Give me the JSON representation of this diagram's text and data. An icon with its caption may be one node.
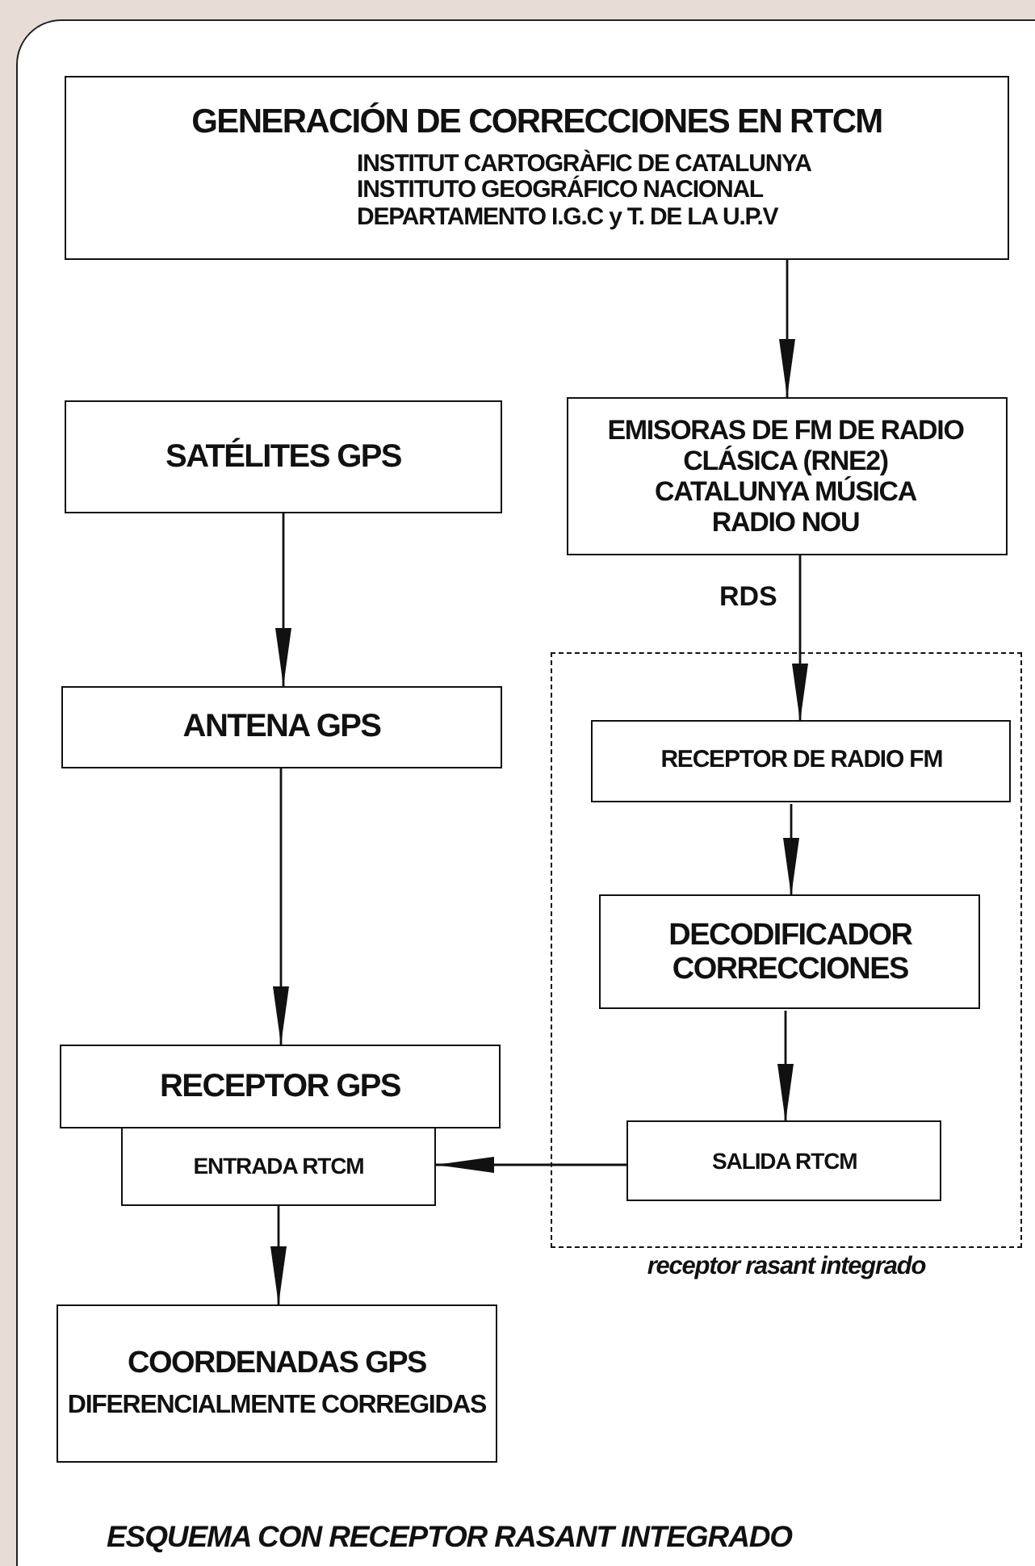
{
  "diagram": {
    "caption": "ESQUEMA CON RECEPTOR RASANT INTEGRADO",
    "nodes": [
      {
        "text": [
          "GENERACIÓN DE CORRECCIONES EN RTCM",
          "INSTITUT CARTOGRÀFIC DE CATALUNYA",
          "INSTITUTO GEOGRÁFICO NACIONAL",
          "DEPARTAMENTO I.G.C y T. DE LA U.P.V"
        ]
      },
      {
        "text": [
          "SATÉLITES GPS"
        ]
      },
      {
        "text": [
          "EMISORAS DE FM DE RADIO CLÁSICA (RNE2)",
          "CATALUNYA MÚSICA",
          "RADIO NOU"
        ]
      },
      {
        "text": [
          "receptor rasant integrado"
        ]
      },
      {
        "text": [
          "ANTENA GPS"
        ]
      },
      {
        "text": [
          "RECEPTOR DE RADIO FM"
        ],
        "in": 3
      },
      {
        "text": [
          "DECODIFICADOR CORRECCIONES"
        ],
        "in": 3
      },
      {
        "text": [
          "RECEPTOR GPS"
        ]
      },
      {
        "text": [
          "ENTRADA RTCM"
        ]
      },
      {
        "text": [
          "SALIDA RTCM"
        ],
        "in": 3
      },
      {
        "text": [
          "COORDENADAS GPS",
          "DIFERENCIALMENTE CORREGIDAS"
        ]
      }
    ],
    "edges": [
      {
        "from": 0,
        "to": 2,
        "arrow": "to"
      },
      {
        "from": 1,
        "to": 4,
        "arrow": "to"
      },
      {
        "from": 2,
        "to": 5,
        "arrow": "to",
        "label": "RDS"
      },
      {
        "from": 4,
        "to": 7,
        "arrow": "to"
      },
      {
        "from": 5,
        "to": 6,
        "arrow": "to"
      },
      {
        "from": 6,
        "to": 9,
        "arrow": "to"
      },
      {
        "from": 9,
        "to": 8,
        "arrow": "to"
      },
      {
        "from": 8,
        "to": 10,
        "arrow": "to"
      }
    ]
  }
}
